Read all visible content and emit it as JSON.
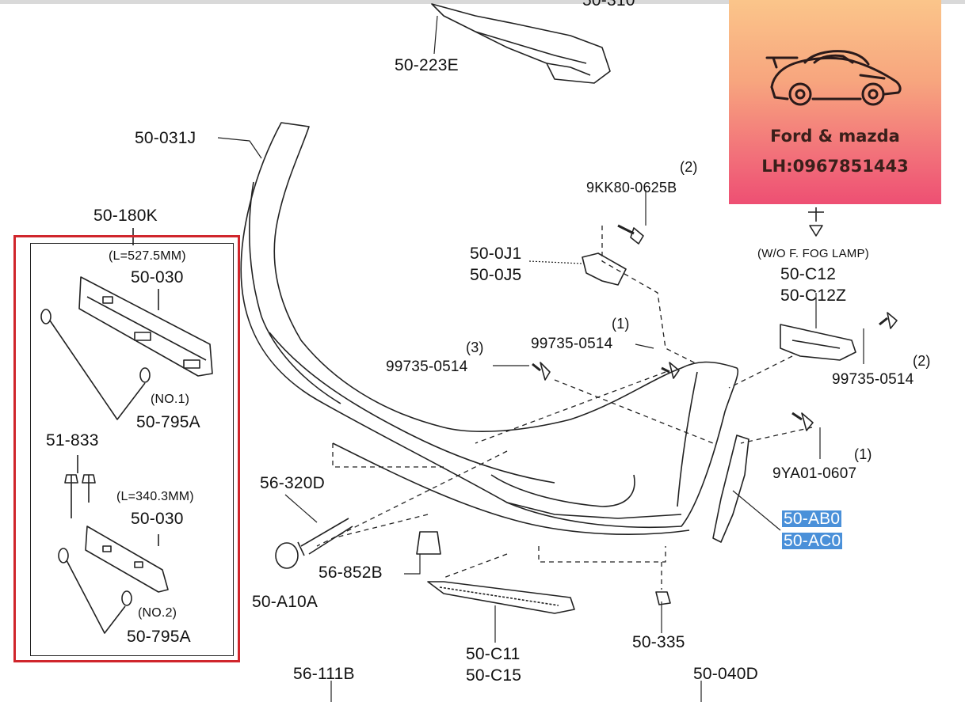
{
  "badge": {
    "brand": "Ford & mazda",
    "contact": "LH:0967851443",
    "bg_colors": [
      "#fbc58a",
      "#ee4f73"
    ]
  },
  "highlight_color": "#4a90d9",
  "box_color": "#d0262c",
  "labels": {
    "top_cut": "50-310",
    "p50_223E": "50-223E",
    "p50_031J": "50-031J",
    "p50_180K": "50-180K",
    "len1": "(L=527.5MM)",
    "p50_030_a": "50-030",
    "no1": "(NO.1)",
    "p50_795A_a": "50-795A",
    "p51_833": "51-833",
    "len2": "(L=340.3MM)",
    "p50_030_b": "50-030",
    "no2": "(NO.2)",
    "p50_795A_b": "50-795A",
    "qty2_top": "(2)",
    "p9KK80": "9KK80-0625B",
    "p50_0J1": "50-0J1",
    "p50_0J5": "50-0J5",
    "wo_fog": "(W/O F. FOG LAMP)",
    "p50_C12": "50-C12",
    "p50_C12Z": "50-C12Z",
    "qty1_a": "(1)",
    "p99735_a": "99735-0514",
    "qty3": "(3)",
    "p99735_b": "99735-0514",
    "qty2_right": "(2)",
    "p99735_c": "99735-0514",
    "qty1_b": "(1)",
    "p9YA01": "9YA01-0607",
    "p50_AB0": "50-AB0",
    "p50_AC0": "50-AC0",
    "p56_320D": "56-320D",
    "p56_852B": "56-852B",
    "p50_A10A": "50-A10A",
    "p50_C11": "50-C11",
    "p50_C15": "50-C15",
    "p50_335": "50-335",
    "p56_111B": "56-111B",
    "p50_040D": "50-040D"
  }
}
